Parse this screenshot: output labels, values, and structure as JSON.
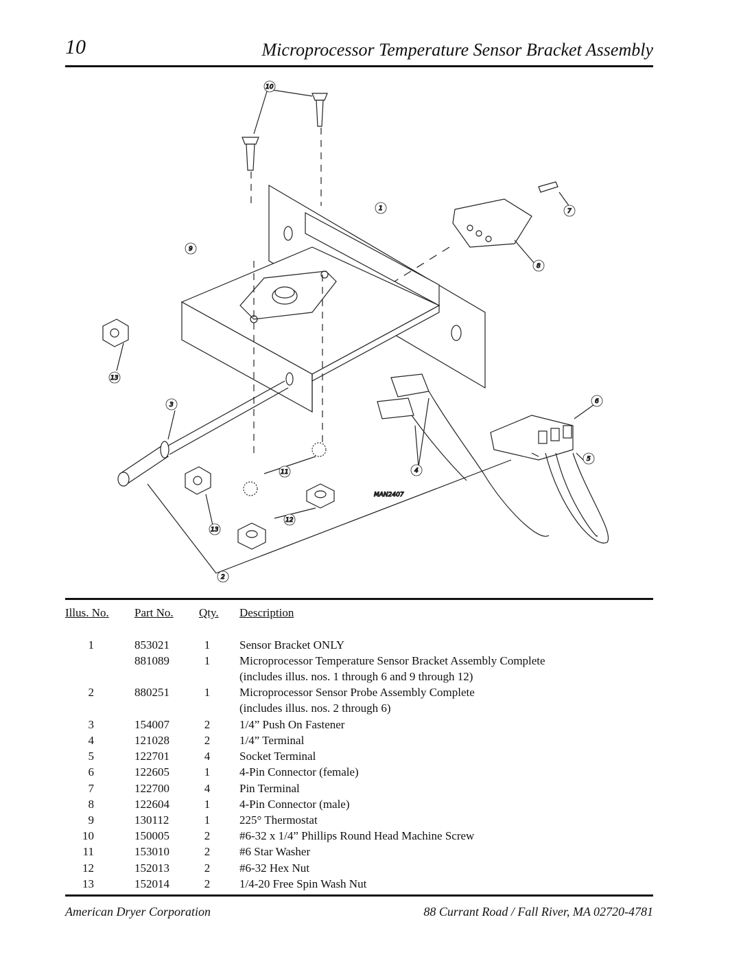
{
  "header": {
    "page_number": "10",
    "title": "Microprocessor Temperature Sensor Bracket Assembly"
  },
  "diagram": {
    "drawing_code": "MAN2407",
    "callouts": [
      "10",
      "1",
      "7",
      "9",
      "8",
      "13",
      "6",
      "3",
      "4",
      "11",
      "5",
      "12",
      "13",
      "2"
    ]
  },
  "parts_table": {
    "headers": {
      "illus": "Illus. No.",
      "part": "Part No.",
      "qty": "Qty.",
      "desc": "Description"
    },
    "rows": [
      {
        "illus": "1",
        "part": "853021",
        "qty": "1",
        "desc": "Sensor Bracket ONLY"
      },
      {
        "illus": "",
        "part": "881089",
        "qty": "1",
        "desc": "Microprocessor Temperature Sensor Bracket Assembly Complete"
      },
      {
        "illus": "",
        "part": "",
        "qty": "",
        "desc": "(includes illus. nos. 1 through 6 and 9 through 12)"
      },
      {
        "illus": "2",
        "part": "880251",
        "qty": "1",
        "desc": "Microprocessor Sensor Probe Assembly Complete"
      },
      {
        "illus": "",
        "part": "",
        "qty": "",
        "desc": "(includes illus. nos. 2 through 6)"
      },
      {
        "illus": "3",
        "part": "154007",
        "qty": "2",
        "desc": "1/4” Push On Fastener"
      },
      {
        "illus": "4",
        "part": "121028",
        "qty": "2",
        "desc": "1/4” Terminal"
      },
      {
        "illus": "5",
        "part": "122701",
        "qty": "4",
        "desc": "Socket Terminal"
      },
      {
        "illus": "6",
        "part": "122605",
        "qty": "1",
        "desc": "4-Pin Connector (female)"
      },
      {
        "illus": "7",
        "part": "122700",
        "qty": "4",
        "desc": "Pin Terminal"
      },
      {
        "illus": "8",
        "part": "122604",
        "qty": "1",
        "desc": "4-Pin Connector (male)"
      },
      {
        "illus": "9",
        "part": "130112",
        "qty": "1",
        "desc": "225° Thermostat"
      },
      {
        "illus": "10",
        "part": "150005",
        "qty": "2",
        "desc": "#6-32 x 1/4” Phillips Round Head Machine Screw"
      },
      {
        "illus": "11",
        "part": "153010",
        "qty": "2",
        "desc": "#6 Star Washer"
      },
      {
        "illus": "12",
        "part": "152013",
        "qty": "2",
        "desc": "#6-32 Hex Nut"
      },
      {
        "illus": "13",
        "part": "152014",
        "qty": "2",
        "desc": "1/4-20 Free Spin Wash Nut"
      }
    ]
  },
  "footer": {
    "company": "American Dryer Corporation",
    "address": "88 Currant Road / Fall River, MA 02720-4781"
  }
}
